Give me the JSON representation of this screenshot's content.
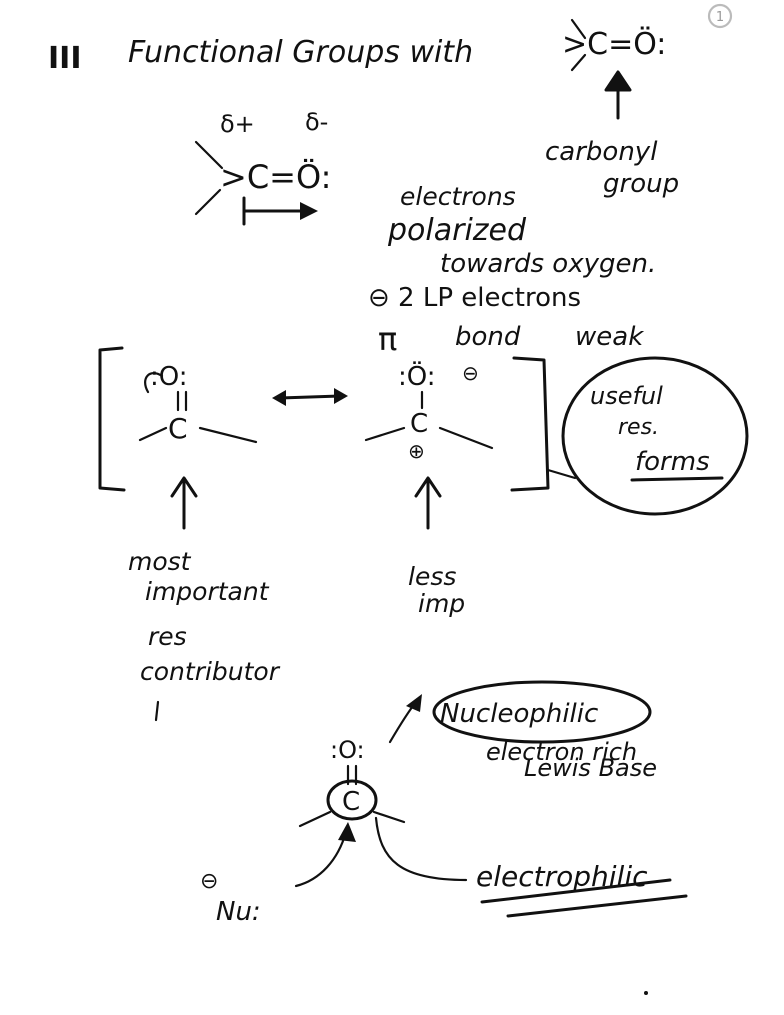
{
  "page_number": "1",
  "title": {
    "numeral": "III",
    "text": "Functional Groups with",
    "formula": ">C=Ö:"
  },
  "carbonyl_label": {
    "line1": "carbonyl",
    "line2": "group"
  },
  "polarity": {
    "delta_plus": "δ+",
    "delta_minus": "δ-",
    "formula": ">C=Ö:"
  },
  "polarization_note": {
    "line1": "electrons",
    "line2": "polarized",
    "line3": "towards oxygen."
  },
  "lp_note": {
    "line1": "⊖ 2 LP electrons",
    "line2_pi": "π",
    "line2_bond": "bond",
    "line2_weak": "weak"
  },
  "resonance": {
    "left_o": ":O:",
    "left_c": "C",
    "right_o": ":Ö:",
    "right_o_charge": "⊖",
    "right_c": "C",
    "right_c_charge": "⊕"
  },
  "useful_forms": {
    "line1": "useful",
    "line2": "res.",
    "line3": "forms"
  },
  "importance": {
    "left_line1": "most",
    "left_line2": "important",
    "left_line3": "res",
    "left_line4": "contributor",
    "right_line1": "less",
    "right_line2": "imp"
  },
  "reactivity": {
    "o_label": ":O:",
    "c_label": "C",
    "nucleophilic": "Nucleophilic",
    "electron_rich": "electron rich",
    "lewis_base": "Lewis Base",
    "electrophilic": "electrophilic",
    "nu_charge": "⊖",
    "nu_label": "Nu:"
  }
}
